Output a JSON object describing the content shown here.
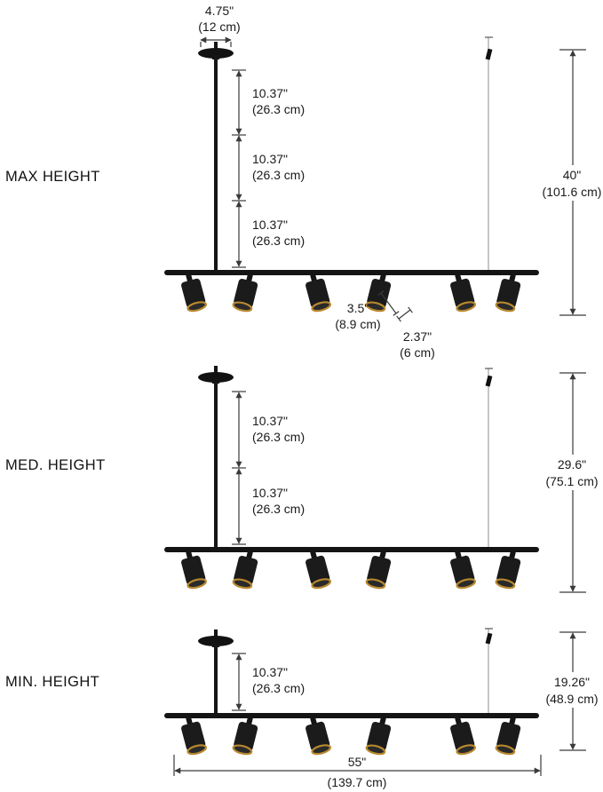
{
  "sections": {
    "max": {
      "label": "MAX HEIGHT",
      "total_in": "40\"",
      "total_cm": "(101.6 cm)"
    },
    "med": {
      "label": "MED. HEIGHT",
      "total_in": "29.6\"",
      "total_cm": "(75.1 cm)"
    },
    "min": {
      "label": "MIN. HEIGHT",
      "total_in": "19.26\"",
      "total_cm": "(48.9 cm)"
    }
  },
  "dims": {
    "canopy_in": "4.75\"",
    "canopy_cm": "(12 cm)",
    "rod_in": "10.37\"",
    "rod_cm": "(26.3 cm)",
    "head_len_in": "3.5\"",
    "head_len_cm": "(8.9 cm)",
    "head_dia_in": "2.37\"",
    "head_dia_cm": "(6 cm)",
    "track_in": "55\"",
    "track_cm": "(139.7 cm)"
  },
  "colors": {
    "fixture_black": "#141414",
    "gold_trim": "#b8882f",
    "dim_line": "#3a3a3a",
    "text": "#1a1a1a"
  }
}
